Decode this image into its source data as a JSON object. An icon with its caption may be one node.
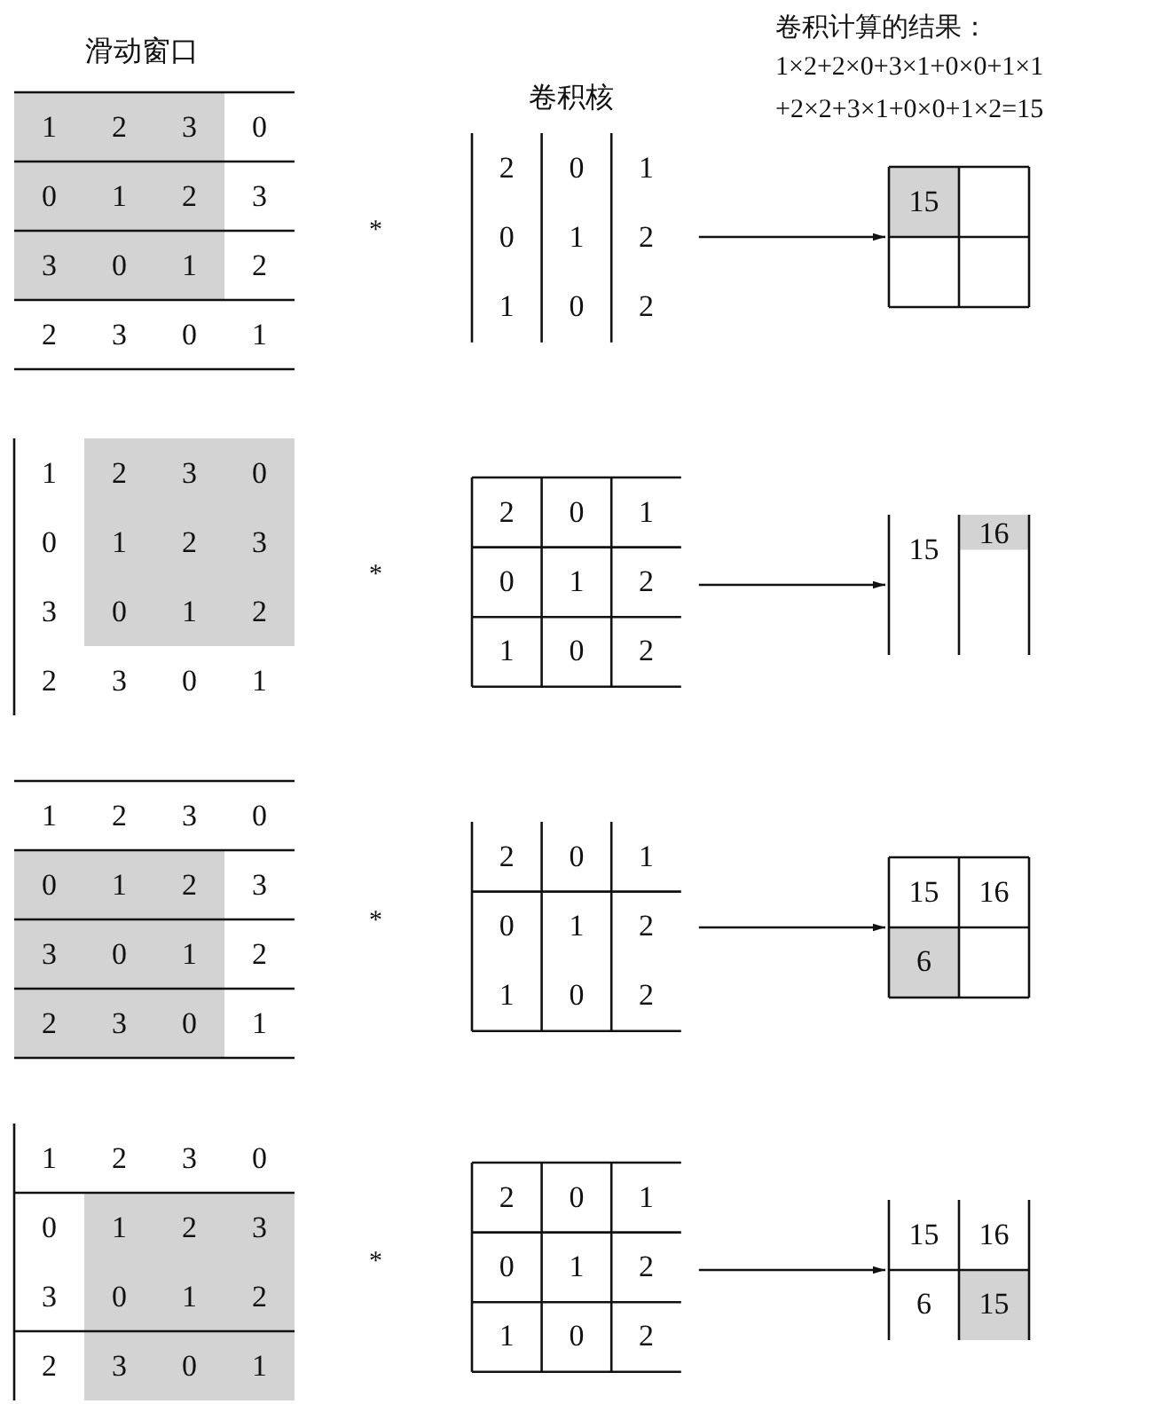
{
  "diagram": {
    "nodes": [
      {
        "text": [
          "1",
          "2",
          "3",
          "0",
          "0",
          "1",
          "2",
          "3",
          "3",
          "0",
          "1",
          "2",
          "2",
          "3",
          "0",
          "1"
        ]
      },
      {
        "text": [
          "2",
          "0",
          "1",
          "0",
          "1",
          "2",
          "1",
          "0",
          "2"
        ]
      },
      {
        "text": [
          "15"
        ]
      },
      {
        "text": [
          "1",
          "2",
          "3",
          "0",
          "0",
          "1",
          "2",
          "3",
          "3",
          "0",
          "1",
          "2",
          "2",
          "3",
          "0",
          "1"
        ]
      },
      {
        "text": [
          "2",
          "0",
          "1",
          "0",
          "1",
          "2",
          "1",
          "0",
          "2"
        ]
      },
      {
        "text": [
          "15",
          "16"
        ]
      },
      {
        "text": [
          "1",
          "2",
          "3",
          "0",
          "0",
          "1",
          "2",
          "3",
          "3",
          "0",
          "1",
          "2",
          "2",
          "3",
          "0",
          "1"
        ]
      },
      {
        "text": [
          "2",
          "0",
          "1",
          "0",
          "1",
          "2",
          "1",
          "0",
          "2"
        ]
      },
      {
        "text": [
          "15",
          "16",
          "6"
        ]
      },
      {
        "text": [
          "1",
          "2",
          "3",
          "0",
          "0",
          "1",
          "2",
          "3",
          "3",
          "0",
          "1",
          "2",
          "2",
          "3",
          "0",
          "1"
        ]
      },
      {
        "text": [
          "2",
          "0",
          "1",
          "0",
          "1",
          "2",
          "1",
          "0",
          "2"
        ]
      },
      {
        "text": [
          "15",
          "16",
          "6",
          "15"
        ]
      }
    ],
    "edges": [
      {
        "from": 1,
        "to": 2,
        "arrow": "to"
      },
      {
        "from": 4,
        "to": 5,
        "arrow": "to"
      },
      {
        "from": 7,
        "to": 8,
        "arrow": "to"
      },
      {
        "from": 10,
        "to": 11,
        "arrow": "to"
      }
    ],
    "labels": [
      "滑动窗口",
      "卷积计算的结果：",
      "1×2+2×0+3×1+0×0+1×1",
      "+2×2+3×1+0×0+1×2=15",
      "卷积核",
      "*",
      "*",
      "*",
      "*"
    ]
  }
}
